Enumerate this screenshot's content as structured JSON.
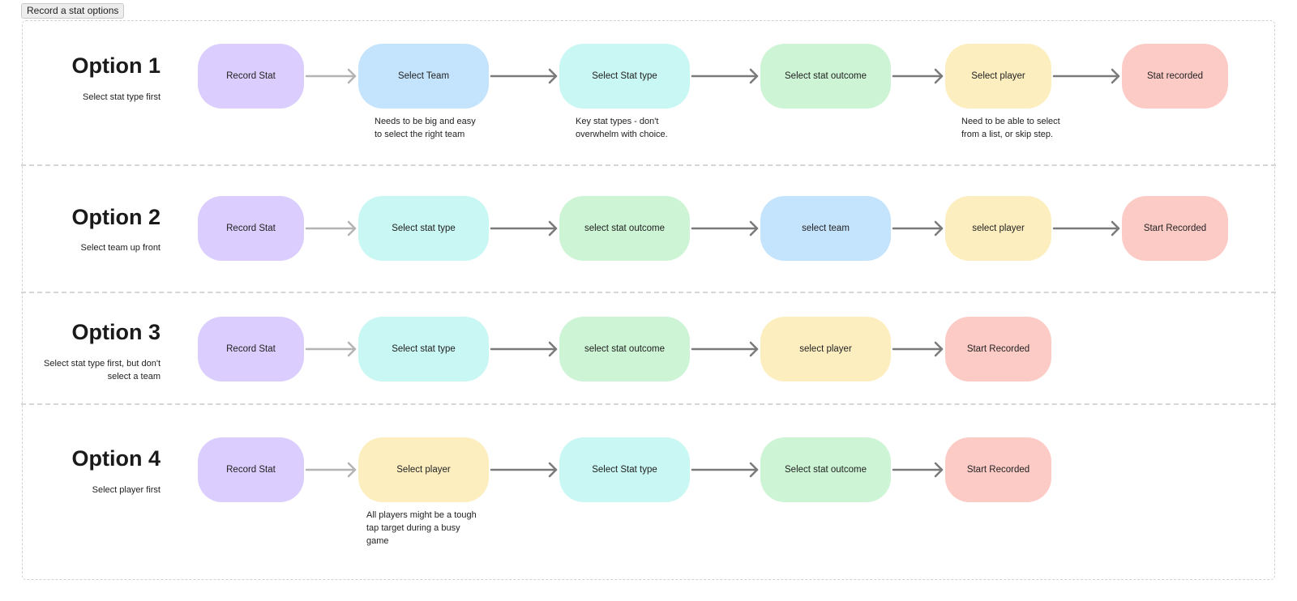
{
  "frame_label": "Record a stat options",
  "colors": {
    "purple": "#dbcdfd",
    "blue": "#c4e3fc",
    "cyan": "#c9f7f3",
    "green": "#ccf4d5",
    "yellow": "#fdeec0",
    "red": "#fdcbc6",
    "arrow": "#7a7a7a",
    "arrow_light": "#b4b4b4"
  },
  "options": [
    {
      "title": "Option 1",
      "subtitle": "Select stat type first",
      "steps": [
        {
          "label": "Record Stat",
          "color": "purple"
        },
        {
          "label": "Select Team",
          "color": "blue"
        },
        {
          "label": "Select Stat type",
          "color": "cyan"
        },
        {
          "label": "Select stat outcome",
          "color": "green"
        },
        {
          "label": "Select player",
          "color": "yellow"
        },
        {
          "label": "Stat recorded",
          "color": "red"
        }
      ],
      "notes": [
        {
          "step": 1,
          "text": "Needs to be big and easy to select the right team"
        },
        {
          "step": 2,
          "text": "Key stat types - don't overwhelm with choice."
        },
        {
          "step": 4,
          "text": "Need to be able to select from a list, or skip step."
        }
      ]
    },
    {
      "title": "Option 2",
      "subtitle": "Select team up front",
      "steps": [
        {
          "label": "Record Stat",
          "color": "purple"
        },
        {
          "label": "Select stat type",
          "color": "cyan"
        },
        {
          "label": "select stat outcome",
          "color": "green"
        },
        {
          "label": "select team",
          "color": "blue"
        },
        {
          "label": "select player",
          "color": "yellow"
        },
        {
          "label": "Start Recorded",
          "color": "red"
        }
      ],
      "notes": []
    },
    {
      "title": "Option 3",
      "subtitle": "Select stat type first, but don't select a team",
      "steps": [
        {
          "label": "Record Stat",
          "color": "purple"
        },
        {
          "label": "Select stat type",
          "color": "cyan"
        },
        {
          "label": "select stat outcome",
          "color": "green"
        },
        {
          "label": "select player",
          "color": "yellow"
        },
        {
          "label": "Start Recorded",
          "color": "red"
        }
      ],
      "notes": []
    },
    {
      "title": "Option 4",
      "subtitle": "Select player first",
      "steps": [
        {
          "label": "Record Stat",
          "color": "purple"
        },
        {
          "label": "Select player",
          "color": "yellow"
        },
        {
          "label": "Select Stat type",
          "color": "cyan"
        },
        {
          "label": "Select stat outcome",
          "color": "green"
        },
        {
          "label": "Start Recorded",
          "color": "red"
        }
      ],
      "notes": [
        {
          "step": 1,
          "text": "All players might be a tough tap target during a busy game"
        }
      ]
    }
  ]
}
